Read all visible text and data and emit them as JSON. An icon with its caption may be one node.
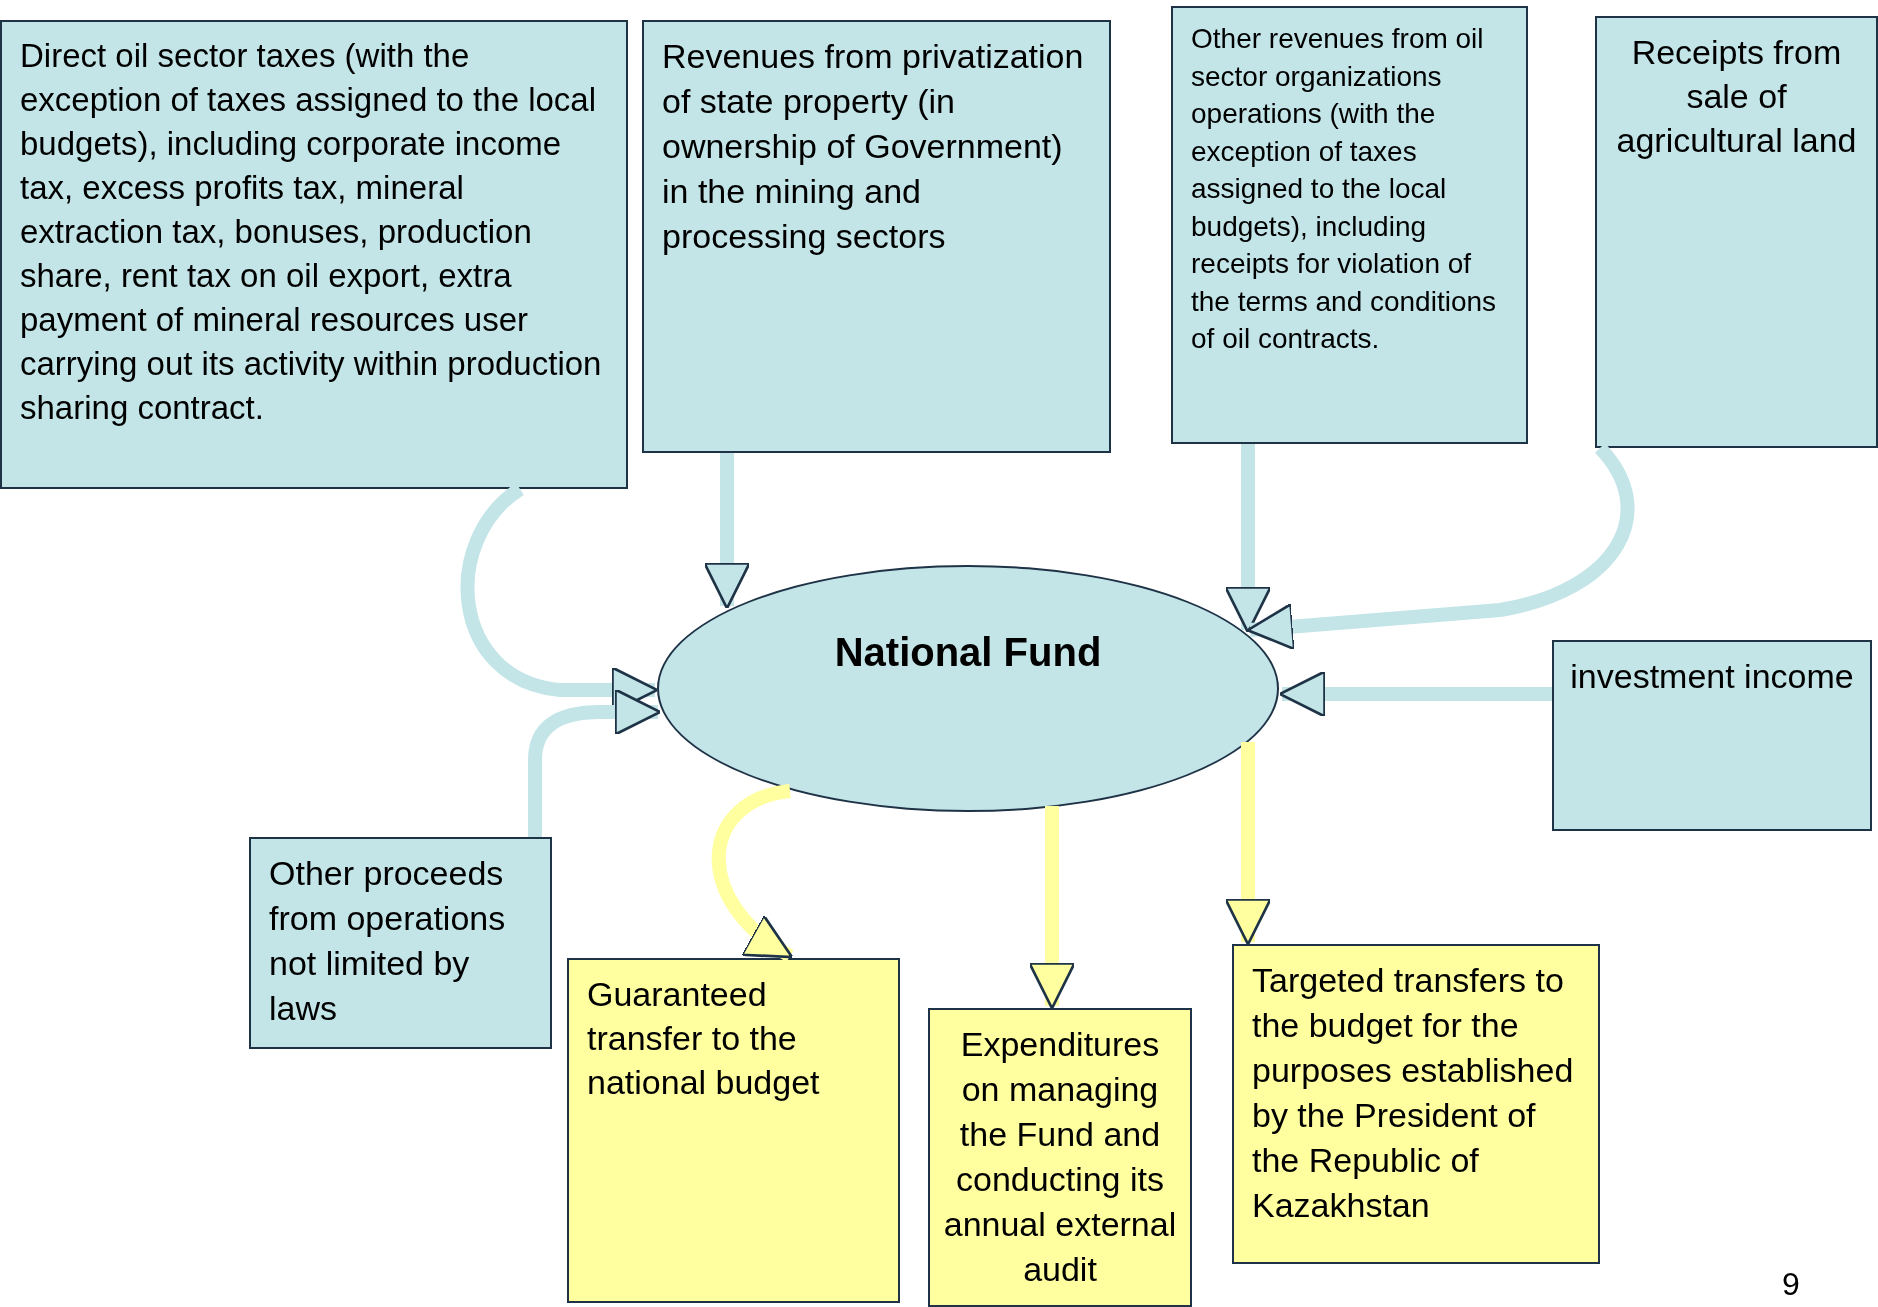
{
  "diagram": {
    "nodes": [
      {
        "text": [
          "Direct oil sector taxes (with the exception of taxes assigned to the local budgets), including corporate income tax, excess profits tax, mineral extraction tax, bonuses, production share, rent tax on oil export, extra payment of mineral resources user carrying out its activity within production sharing contract."
        ]
      },
      {
        "text": [
          "Revenues from privatization of state property (in ownership of Government) in the mining and processing sectors"
        ]
      },
      {
        "text": [
          "Other revenues from oil sector organizations operations (with the exception of taxes assigned to the local budgets), including receipts for violation of the terms and conditions of oil contracts."
        ]
      },
      {
        "text": [
          "Receipts from sale of agricultural land"
        ]
      },
      {
        "text": [
          "National Fund"
        ]
      },
      {
        "text": [
          "investment income"
        ]
      },
      {
        "text": [
          "Other proceeds from operations not limited by laws"
        ]
      },
      {
        "text": [
          "Guaranteed transfer  to the national budget"
        ]
      },
      {
        "text": [
          "Expenditures on managing the Fund and conducting its annual external audit"
        ]
      },
      {
        "text": [
          "Targeted transfers to the budget for the purposes established by the President of the Republic of Kazakhstan"
        ]
      }
    ],
    "edges": [
      {
        "from": 0,
        "to": 4,
        "arrow": "to"
      },
      {
        "from": 1,
        "to": 4,
        "arrow": "to"
      },
      {
        "from": 2,
        "to": 4,
        "arrow": "to"
      },
      {
        "from": 3,
        "to": 4,
        "arrow": "to"
      },
      {
        "from": 5,
        "to": 4,
        "arrow": "to"
      },
      {
        "from": 6,
        "to": 4,
        "arrow": "to"
      },
      {
        "from": 4,
        "to": 7,
        "arrow": "to",
        "color": "#ffffa0"
      },
      {
        "from": 4,
        "to": 8,
        "arrow": "to",
        "color": "#ffffa0"
      },
      {
        "from": 4,
        "to": 9,
        "arrow": "to",
        "color": "#ffffa0"
      }
    ],
    "labels": [
      "9"
    ]
  }
}
